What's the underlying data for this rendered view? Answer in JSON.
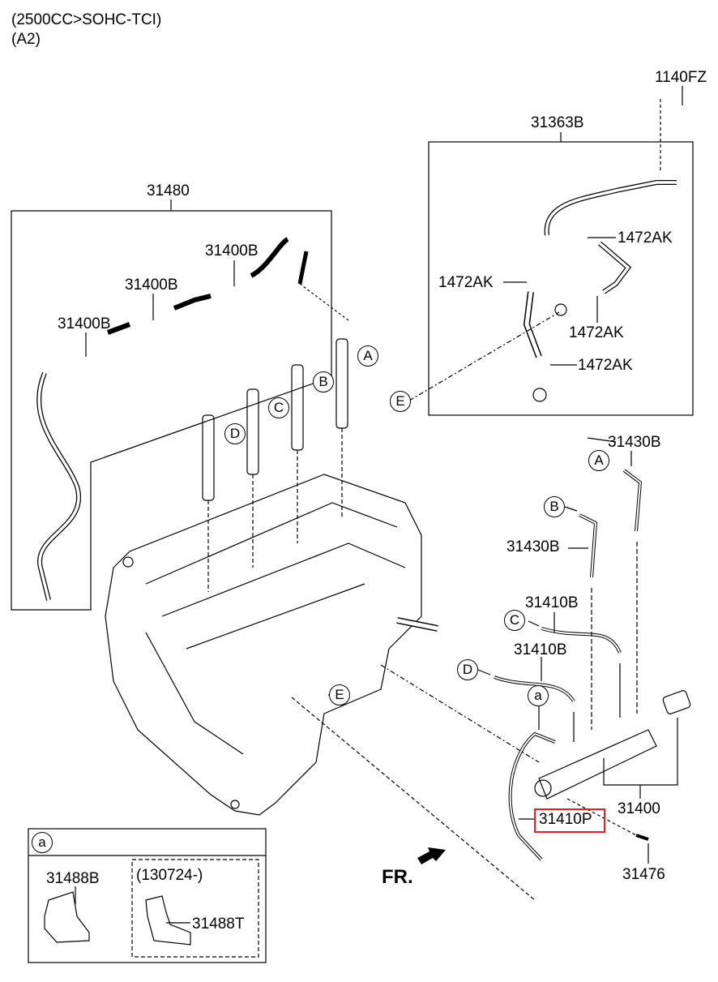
{
  "header": {
    "engine": "(2500CC>SOHC-TCI)",
    "variant": "(A2)"
  },
  "labels": {
    "p1140FZ": "1140FZ",
    "p31363B": "31363B",
    "p1472AK_1": "1472AK",
    "p1472AK_2": "1472AK",
    "p1472AK_3": "1472AK",
    "p1472AK_4": "1472AK",
    "p31480": "31480",
    "p31400B_1": "31400B",
    "p31400B_2": "31400B",
    "p31400B_3": "31400B",
    "p31430B_1": "31430B",
    "p31430B_2": "31430B",
    "p31410B_1": "31410B",
    "p31410B_2": "31410B",
    "p31400": "31400",
    "p31410P": "31410P",
    "p31476": "31476",
    "p31488B": "31488B",
    "p31488T": "31488T",
    "date_range": "(130724-)",
    "front": "FR."
  },
  "callouts": {
    "A": "A",
    "B": "B",
    "C": "C",
    "D": "D",
    "E": "E",
    "a": "a"
  },
  "highlight": {
    "part": "31410P",
    "color": "#e0202a"
  }
}
